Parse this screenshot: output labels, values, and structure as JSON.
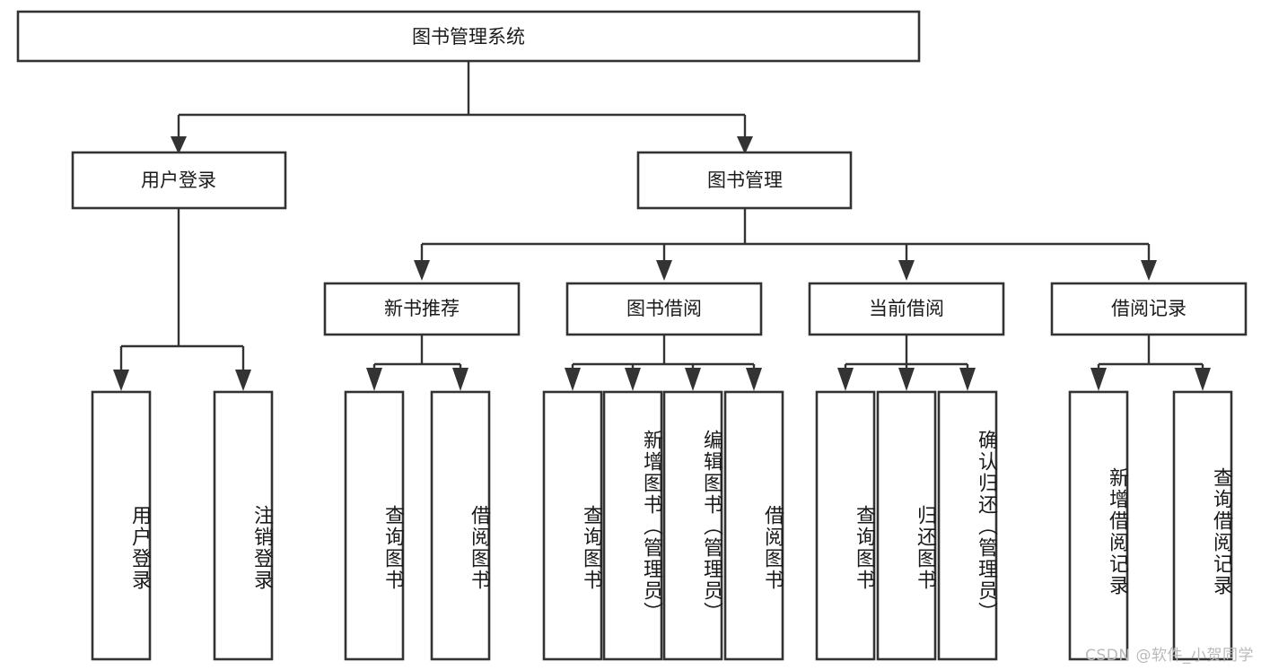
{
  "diagram": {
    "type": "tree",
    "title": "图书管理系统",
    "watermark": "CSDN @软件_小贺同学",
    "root": {
      "label": "图书管理系统"
    },
    "level2": [
      {
        "label": "用户登录"
      },
      {
        "label": "图书管理"
      }
    ],
    "level3": [
      {
        "label": "新书推荐"
      },
      {
        "label": "图书借阅"
      },
      {
        "label": "当前借阅"
      },
      {
        "label": "借阅记录"
      }
    ],
    "leaves": {
      "user_login": [
        {
          "label": "用户登录"
        },
        {
          "label": "注销登录"
        }
      ],
      "new_book": [
        {
          "label": "查询图书"
        },
        {
          "label": "借阅图书"
        }
      ],
      "book_borrow": [
        {
          "label": "查询图书"
        },
        {
          "label": "新增图书（管理员）"
        },
        {
          "label": "编辑图书（管理员）"
        },
        {
          "label": "借阅图书"
        }
      ],
      "current_borrow": [
        {
          "label": "查询图书"
        },
        {
          "label": "归还图书"
        },
        {
          "label": "确认归还（管理员）"
        }
      ],
      "borrow_record": [
        {
          "label": "新增借阅记录"
        },
        {
          "label": "查询借阅记录"
        }
      ]
    },
    "colors": {
      "stroke": "#333333",
      "fill": "#ffffff",
      "text": "#1a1a1a",
      "watermark": "#b9b9b9"
    }
  }
}
